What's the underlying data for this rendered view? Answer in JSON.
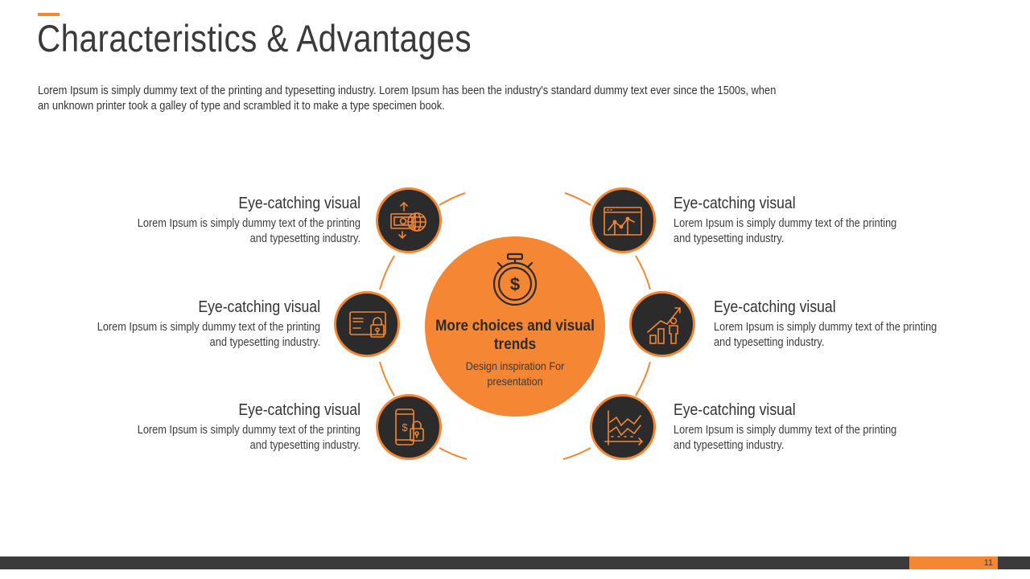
{
  "slide": {
    "title": "Characteristics & Advantages",
    "intro": "Lorem Ipsum is simply dummy text of the printing and typesetting industry. Lorem Ipsum has been the industry's standard dummy text ever since the 1500s, when an unknown printer took a galley of type and scrambled it to make a type specimen book.",
    "page_number": "11"
  },
  "center": {
    "title": "More choices and visual trends",
    "subtitle": "Design inspiration For presentation",
    "icon": "stopwatch-dollar-icon"
  },
  "items": [
    {
      "title": "Eye-catching visual",
      "desc": "Lorem Ipsum is simply dummy text of the printing and typesetting industry.",
      "icon": "money-globe-icon"
    },
    {
      "title": "Eye-catching visual",
      "desc": "Lorem Ipsum is simply dummy text of the printing and typesetting industry.",
      "icon": "credit-card-lock-icon"
    },
    {
      "title": "Eye-catching visual",
      "desc": "Lorem Ipsum is simply dummy text of the printing and typesetting industry.",
      "icon": "phone-lock-icon"
    },
    {
      "title": "Eye-catching visual",
      "desc": "Lorem Ipsum is simply dummy text of the printing and typesetting industry.",
      "icon": "browser-chart-icon"
    },
    {
      "title": "Eye-catching visual",
      "desc": "Lorem Ipsum is simply dummy text of the printing and typesetting industry.",
      "icon": "growth-person-icon"
    },
    {
      "title": "Eye-catching visual",
      "desc": "Lorem Ipsum is simply dummy text of the printing and typesetting industry.",
      "icon": "line-graph-icon"
    }
  ],
  "colors": {
    "accent": "#F58634",
    "dark": "#2B2B2B",
    "footer": "#3B3B3B"
  }
}
